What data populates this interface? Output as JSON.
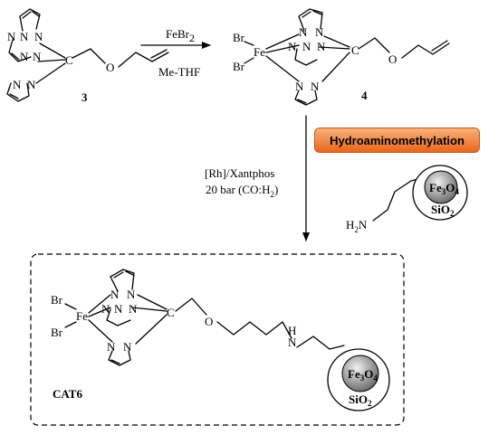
{
  "reaction1": {
    "reagent": "FeBr",
    "reagent_sub": "2",
    "solvent": "Me-THF"
  },
  "compound3": {
    "label": "3"
  },
  "compound4": {
    "label": "4"
  },
  "step2": {
    "banner": "Hydroaminomethylation",
    "catalyst": "[Rh]/Xantphos",
    "pressure_pre": "20 bar (CO:H",
    "pressure_sub": "2",
    "pressure_post": ")"
  },
  "atoms": {
    "N": "N",
    "C": "C",
    "O": "O",
    "Fe": "Fe",
    "Br": "Br",
    "H": "H",
    "H2N_h": "H",
    "H2N_sub": "2",
    "H2N_n": "N"
  },
  "particle": {
    "core_main": "Fe",
    "core_sub1": "3",
    "core_mid": "O",
    "core_sub2": "4",
    "shell_main": "SiO",
    "shell_sub": "2"
  },
  "product": {
    "label": "CAT6"
  }
}
